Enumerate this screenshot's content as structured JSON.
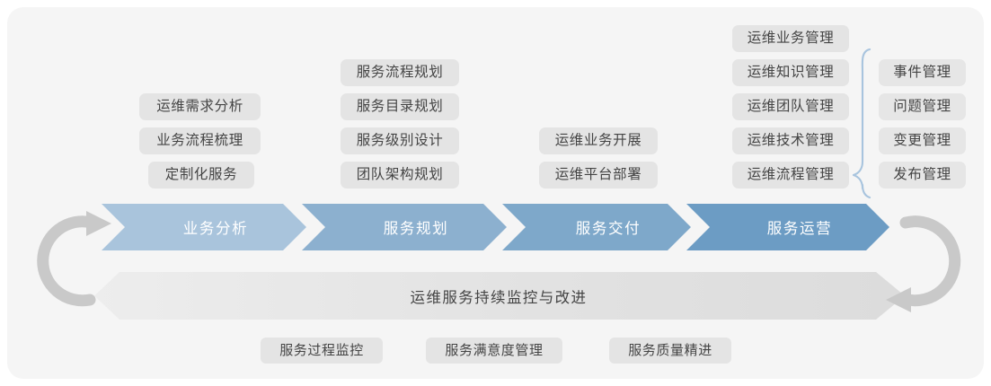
{
  "theme": {
    "card_bg": "#f5f5f5",
    "page_bg": "#ffffff",
    "pill_bg": "#e4e4e4",
    "pill_text": "#444444",
    "banner_text": "#444444",
    "brace_color": "#a8c4de",
    "arc_color": "#c9c9c9",
    "chevron_text": "#ffffff",
    "chevron_colors": [
      "#a9c4dc",
      "#8cb0cf",
      "#7ea8ca",
      "#6c9cc4"
    ]
  },
  "stages": [
    {
      "name": "业务分析",
      "color": "#a9c4dc",
      "items": [
        "运维需求分析",
        "业务流程梳理",
        "定制化服务"
      ]
    },
    {
      "name": "服务规划",
      "color": "#8cb0cf",
      "items": [
        "服务流程规划",
        "服务目录规划",
        "服务级别设计",
        "团队架构规划"
      ]
    },
    {
      "name": "服务交付",
      "color": "#7ea8ca",
      "items": [
        "运维业务开展",
        "运维平台部署"
      ]
    },
    {
      "name": "服务运营",
      "color": "#6c9cc4",
      "items": [
        "运维业务管理",
        "运维知识管理",
        "运维团队管理",
        "运维技术管理",
        "运维流程管理"
      ]
    }
  ],
  "detail_group": {
    "source_item": "运维流程管理",
    "items": [
      "事件管理",
      "问题管理",
      "变更管理",
      "发布管理"
    ]
  },
  "banner": {
    "label": "运维服务持续监控与改进"
  },
  "bottom_items": [
    "服务过程监控",
    "服务满意度管理",
    "服务质量精进"
  ],
  "loop_arrows": {
    "left": "circular-arrow-clockwise",
    "right": "circular-arrow-return"
  }
}
